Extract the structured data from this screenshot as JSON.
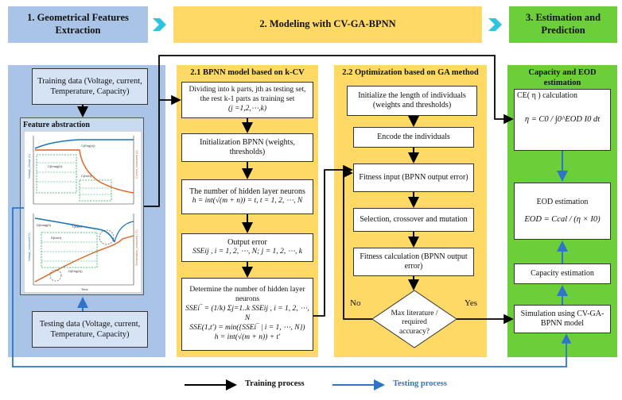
{
  "colors": {
    "blue_header": "#a9c4e6",
    "yellow": "#ffd966",
    "green": "#6ccf3a",
    "arrow_cyan": "#2fc4de",
    "training_line": "#000000",
    "testing_line": "#2e75c8"
  },
  "headers": {
    "stage1": "1. Geometrical Features Extraction",
    "stage2": "2. Modeling with CV-GA-BPNN",
    "stage3": "3. Estimation and Prediction"
  },
  "stage1": {
    "training": "Training data (Voltage, current, Temperature, Capacity)",
    "feature_title": "Feature abstraction",
    "testing": "Testing data (Voltage, current, Temperature, Capacity)",
    "plot_top": {
      "ylabel_left": "Voltage_charge (V)",
      "ylabel_right": "Current_measured (A)",
      "labels": [
        "C(Imag(h)",
        "C(Eng(h))",
        "C(Ixen)"
      ]
    },
    "plot_bottom": {
      "ylabel_left": "Voltage_measured (V)",
      "ylabel_right": "Temperature_measured (°C)",
      "labels": [
        "D(Imag(h)",
        "T(Ixen)",
        "D(Ixen)",
        "D(Eng(h))"
      ],
      "xlabel": "Time"
    }
  },
  "bpnn": {
    "title": "2.1 BPNN model based on k-CV",
    "box1": "Dividing into k parts, jth as testing set, the rest k-1 parts as training set",
    "box1_formula": "(j =1,2,⋯,k)",
    "box2": "Initialization BPNN (weights, thresholds)",
    "box3": "The number of hidden layer neurons",
    "box3_formula": "h = int(√(m + n)) = t, t = 1, 2, ⋯, N",
    "box4": "Output error",
    "box4_formula": "SSEij , i = 1, 2, ⋯, N; j = 1, 2, ⋯, k",
    "box5": "Determine the number of hidden layer neurons",
    "box5_formula1": "SSEi‾ = (1/k) Σj=1..k SSEij , i = 1, 2, ⋯, N",
    "box5_formula2": "SSE(1,t′) = min({SSEi‾ | i = 1, ⋯, N})",
    "box5_formula3": "h = int(√(m + n)) + t′"
  },
  "ga": {
    "title": "2.2 Optimization based on GA method",
    "box1": "Initialize the length of individuals (weights and thresholds)",
    "box2": "Encode the individuals",
    "box3": "Fitness input (BPNN output error)",
    "box4": "Selection, crossover and mutation",
    "box5": "Fitness calculation (BPNN output error)",
    "diamond": "Max literature / required accuracy?",
    "no": "No",
    "yes": "Yes"
  },
  "est": {
    "title": "Capacity and EOD estimation",
    "ce_title": "CE( η ) calculation",
    "ce_formula": "η = C0 / ∫0^EOD I0 dt",
    "eod_title": "EOD estimation",
    "eod_formula": "EOD = Ccal / (η × I0)",
    "capacity": "Capacity estimation",
    "simulation": "Simulation using CV-GA-BPNN model"
  },
  "legend": {
    "training": "Training process",
    "testing": "Testing process"
  }
}
